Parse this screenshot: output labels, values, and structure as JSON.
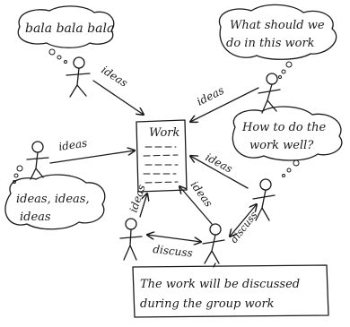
{
  "bubbles": {
    "top_left": "bala bala bala",
    "top_right_line1": "What should we",
    "top_right_line2": "do in this work",
    "right_line1": "How to do the",
    "right_line2": "work well?",
    "left_line1": "ideas, ideas,",
    "left_line2": "ideas"
  },
  "document": {
    "title": "Work"
  },
  "arrow_labels": {
    "top_left": "ideas",
    "top_right": "ideas",
    "left": "ideas",
    "right": "ideas",
    "bottom_left": "ideas",
    "bottom_right": "ideas",
    "discuss_bottom": "discuss",
    "discuss_right": "discuss"
  },
  "note": {
    "line1": "The work will be discussed",
    "line2": "during the group work"
  }
}
